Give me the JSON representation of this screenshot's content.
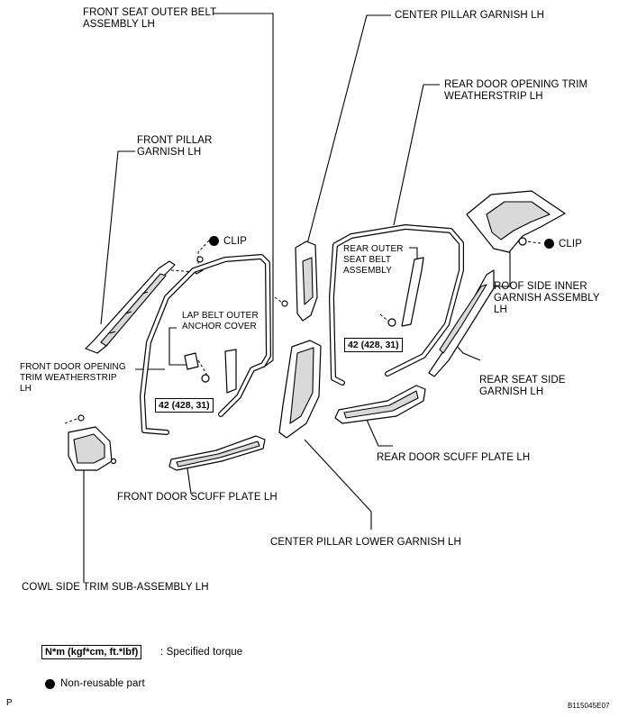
{
  "labels": {
    "front_seat_outer_belt": "FRONT SEAT OUTER BELT\nASSEMBLY LH",
    "center_pillar_garnish": "CENTER PILLAR GARNISH LH",
    "rear_door_opening_trim": "REAR DOOR OPENING TRIM\nWEATHERSTRIP LH",
    "front_pillar_garnish": "FRONT PILLAR\nGARNISH LH",
    "clip_left": "CLIP",
    "clip_right": "CLIP",
    "rear_outer_seat_belt": "REAR OUTER\nSEAT BELT\nASSEMBLY",
    "roof_side_inner_garnish": "ROOF SIDE INNER\nGARNISH ASSEMBLY\nLH",
    "lap_belt_outer_anchor": "LAP BELT OUTER\nANCHOR COVER",
    "front_door_opening_trim": "FRONT DOOR OPENING\nTRIM WEATHERSTRIP\nLH",
    "rear_seat_side_garnish": "REAR SEAT SIDE\nGARNISH LH",
    "rear_door_scuff_plate": "REAR DOOR SCUFF PLATE LH",
    "front_door_scuff_plate": "FRONT DOOR SCUFF PLATE LH",
    "center_pillar_lower_garnish": "CENTER PILLAR LOWER GARNISH LH",
    "cowl_side_trim": "COWL SIDE TRIM SUB-ASSEMBLY LH"
  },
  "torque": {
    "front": "42 (428, 31)",
    "rear": "42 (428, 31)"
  },
  "legend": {
    "torque_box": "N*m (kgf*cm, ft.*lbf)",
    "torque_text": ": Specified torque",
    "nonreusable_text": "Non-reusable part"
  },
  "footer": {
    "left": "P",
    "right": "B115045E07"
  }
}
